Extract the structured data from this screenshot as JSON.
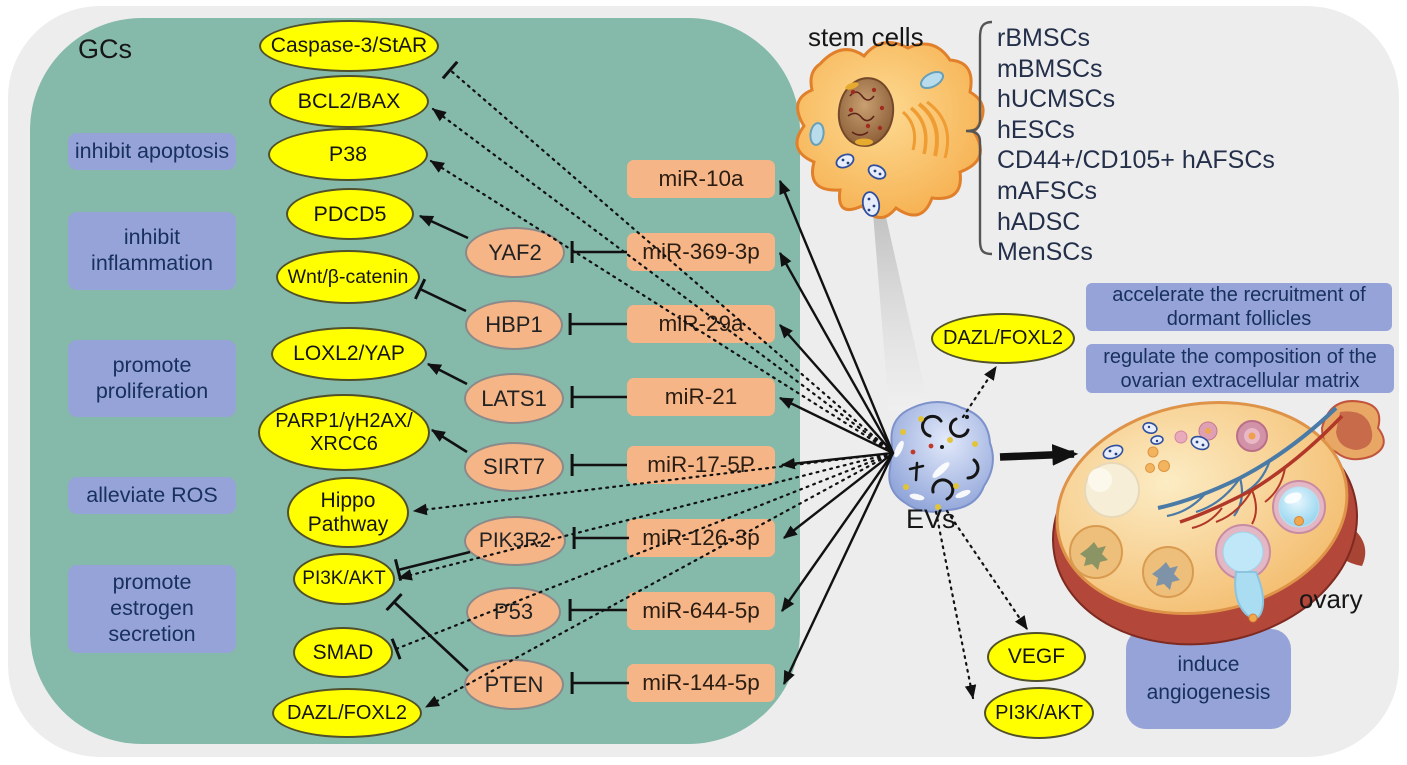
{
  "colors": {
    "outer_background": "#ededee",
    "gcs_panel": "#85b9aa",
    "function_box": "#96a3d8",
    "pathway_ellipse": "#ffff00",
    "mediator_ellipse": "#f5b587",
    "mirna_box": "#f5b587",
    "arrow": "#111111"
  },
  "gcs_panel": {
    "label": "GCs",
    "functions": [
      "inhibit apoptosis",
      "inhibit\ninflammation",
      "promote\nproliferation",
      "alleviate ROS",
      "promote\nestrogen\nsecretion"
    ],
    "pathways": [
      "Caspase-3/StAR",
      "BCL2/BAX",
      "P38",
      "PDCD5",
      "Wnt/β-catenin",
      "LOXL2/YAP",
      "PARP1/γH2AX/\nXRCC6",
      "Hippo\nPathway",
      "PI3K/AKT",
      "SMAD",
      "DAZL/FOXL2"
    ],
    "mediators": [
      "YAF2",
      "HBP1",
      "LATS1",
      "SIRT7",
      "PIK3R2",
      "P53",
      "PTEN"
    ],
    "mirnas": [
      "miR-10a",
      "miR-369-3p",
      "miR-29a",
      "miR-21",
      "miR-17-5P",
      "miR-126-3p",
      "miR-644-5p",
      "miR-144-5p"
    ]
  },
  "stem_cells": {
    "label": "stem cells",
    "types": [
      "rBMSCs",
      "mBMSCs",
      "hUCMSCs",
      "hESCs",
      "CD44+/CD105+ hAFSCs",
      "mAFSCs",
      "hADSC",
      "MenSCs"
    ]
  },
  "evs": {
    "label": "EVs"
  },
  "ovary": {
    "label": "ovary"
  },
  "right_panel": {
    "dazl_foxl2": "DAZL/FOXL2",
    "effects": [
      "accelerate the recruitment of\ndormant follicles",
      "regulate the composition of the\novarian extracellular matrix",
      "induce\nangiogenesis"
    ],
    "vegf": "VEGF",
    "pi3k_akt": "PI3K/AKT"
  },
  "relationships": {
    "mirna_inhibits_mediator": [
      [
        "miR-369-3p",
        "YAF2"
      ],
      [
        "miR-29a",
        "HBP1"
      ],
      [
        "miR-21",
        "LATS1"
      ],
      [
        "miR-17-5P",
        "SIRT7"
      ],
      [
        "miR-126-3p",
        "PIK3R2"
      ],
      [
        "miR-644-5p",
        "P53"
      ],
      [
        "miR-144-5p",
        "PTEN"
      ]
    ],
    "mediator_activates": [
      [
        "YAF2",
        "PDCD5"
      ],
      [
        "LATS1",
        "LOXL2/YAP"
      ],
      [
        "SIRT7",
        "PARP1/γH2AX/XRCC6"
      ]
    ],
    "mediator_inhibits": [
      [
        "HBP1",
        "Wnt/β-catenin"
      ],
      [
        "PIK3R2",
        "PI3K/AKT"
      ],
      [
        "PTEN",
        "PI3K/AKT"
      ]
    ],
    "evs_solid_arrows_to": [
      "miR-10a",
      "miR-369-3p",
      "miR-29a",
      "miR-21",
      "miR-17-5P",
      "miR-126-3p",
      "miR-644-5p",
      "miR-144-5p",
      "ovary"
    ],
    "evs_dotted_arrows_to": [
      "BCL2/BAX",
      "P38",
      "Hippo Pathway",
      "PI3K/AKT (GCs)",
      "DAZL/FOXL2 (GCs)",
      "DAZL/FOXL2",
      "VEGF",
      "PI3K/AKT"
    ],
    "evs_dotted_inhibits": [
      "Caspase-3/StAR",
      "SMAD"
    ],
    "stem_cells_release": "EVs"
  }
}
